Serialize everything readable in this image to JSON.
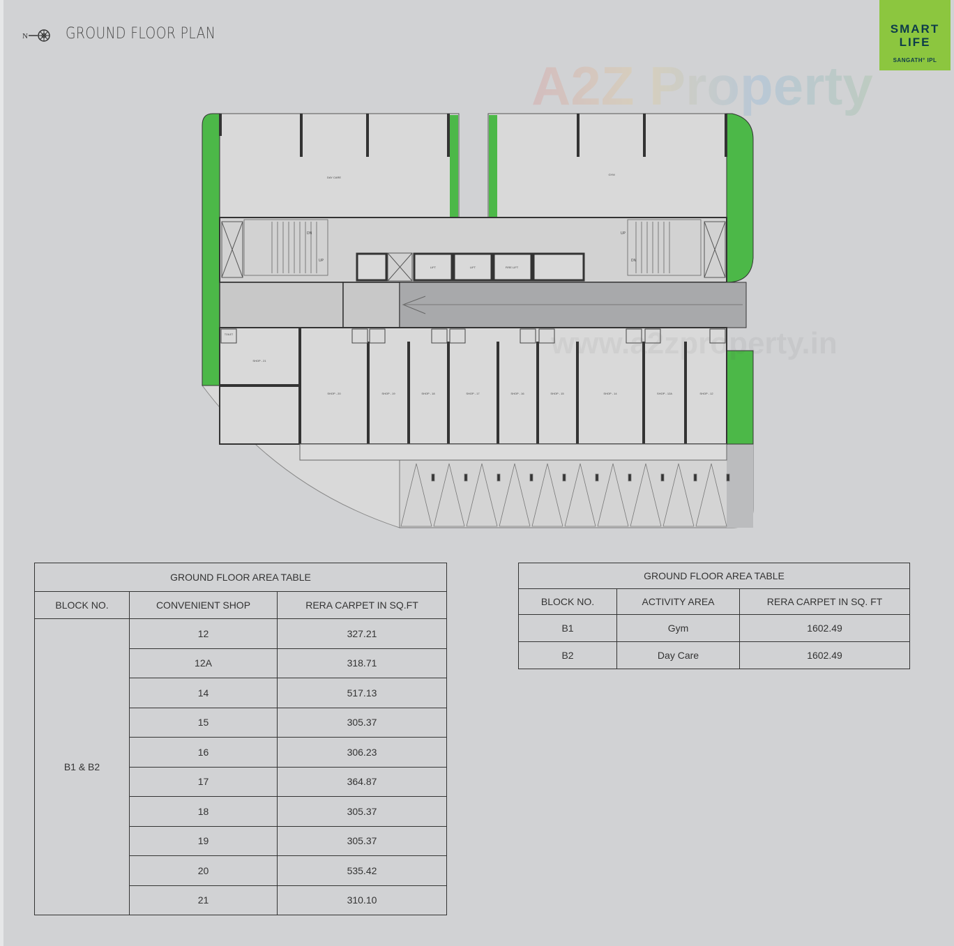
{
  "header": {
    "title": "GROUND FLOOR PLAN",
    "north_label": "N",
    "compass_icon": "compass-rose-icon"
  },
  "logo": {
    "line1": "SMART",
    "line2": "LIFE",
    "line3": "SANGATH° IPL",
    "color": "#8cc63f"
  },
  "watermark": {
    "text": "A2Z Property",
    "url_text": "www.a2zproperty.in"
  },
  "plan": {
    "colors": {
      "green": "#4cb848",
      "floor": "#d9d9d9",
      "ramp": "#a8a9ab",
      "wall": "#333333"
    },
    "labels": {
      "day_care": "DAY CARE",
      "gym": "GYM",
      "lift1": "LIFT",
      "lift2": "LIFT",
      "fire_lift": "FIRE LIFT",
      "dn": "DN",
      "up": "UP",
      "up2": "UP",
      "dn2": "DN",
      "shops": [
        "SHOP - 21",
        "SHOP - 20",
        "SHOP - 19",
        "SHOP - 18",
        "SHOP - 17",
        "SHOP - 16",
        "SHOP - 15",
        "SHOP - 14",
        "SHOP - 12A",
        "SHOP - 12"
      ],
      "toilet": "TOILET"
    }
  },
  "table_shops": {
    "title": "GROUND FLOOR AREA TABLE",
    "headers": [
      "BLOCK NO.",
      "CONVENIENT SHOP",
      "RERA CARPET IN SQ.FT"
    ],
    "block": "B1 & B2",
    "rows": [
      {
        "shop": "12",
        "area": "327.21"
      },
      {
        "shop": "12A",
        "area": "318.71"
      },
      {
        "shop": "14",
        "area": "517.13"
      },
      {
        "shop": "15",
        "area": "305.37"
      },
      {
        "shop": "16",
        "area": "306.23"
      },
      {
        "shop": "17",
        "area": "364.87"
      },
      {
        "shop": "18",
        "area": "305.37"
      },
      {
        "shop": "19",
        "area": "305.37"
      },
      {
        "shop": "20",
        "area": "535.42"
      },
      {
        "shop": "21",
        "area": "310.10"
      }
    ]
  },
  "table_activity": {
    "title": "GROUND FLOOR AREA TABLE",
    "headers": [
      "BLOCK NO.",
      "ACTIVITY AREA",
      "RERA CARPET IN SQ. FT"
    ],
    "rows": [
      {
        "block": "B1",
        "activity": "Gym",
        "area": "1602.49"
      },
      {
        "block": "B2",
        "activity": "Day Care",
        "area": "1602.49"
      }
    ]
  }
}
